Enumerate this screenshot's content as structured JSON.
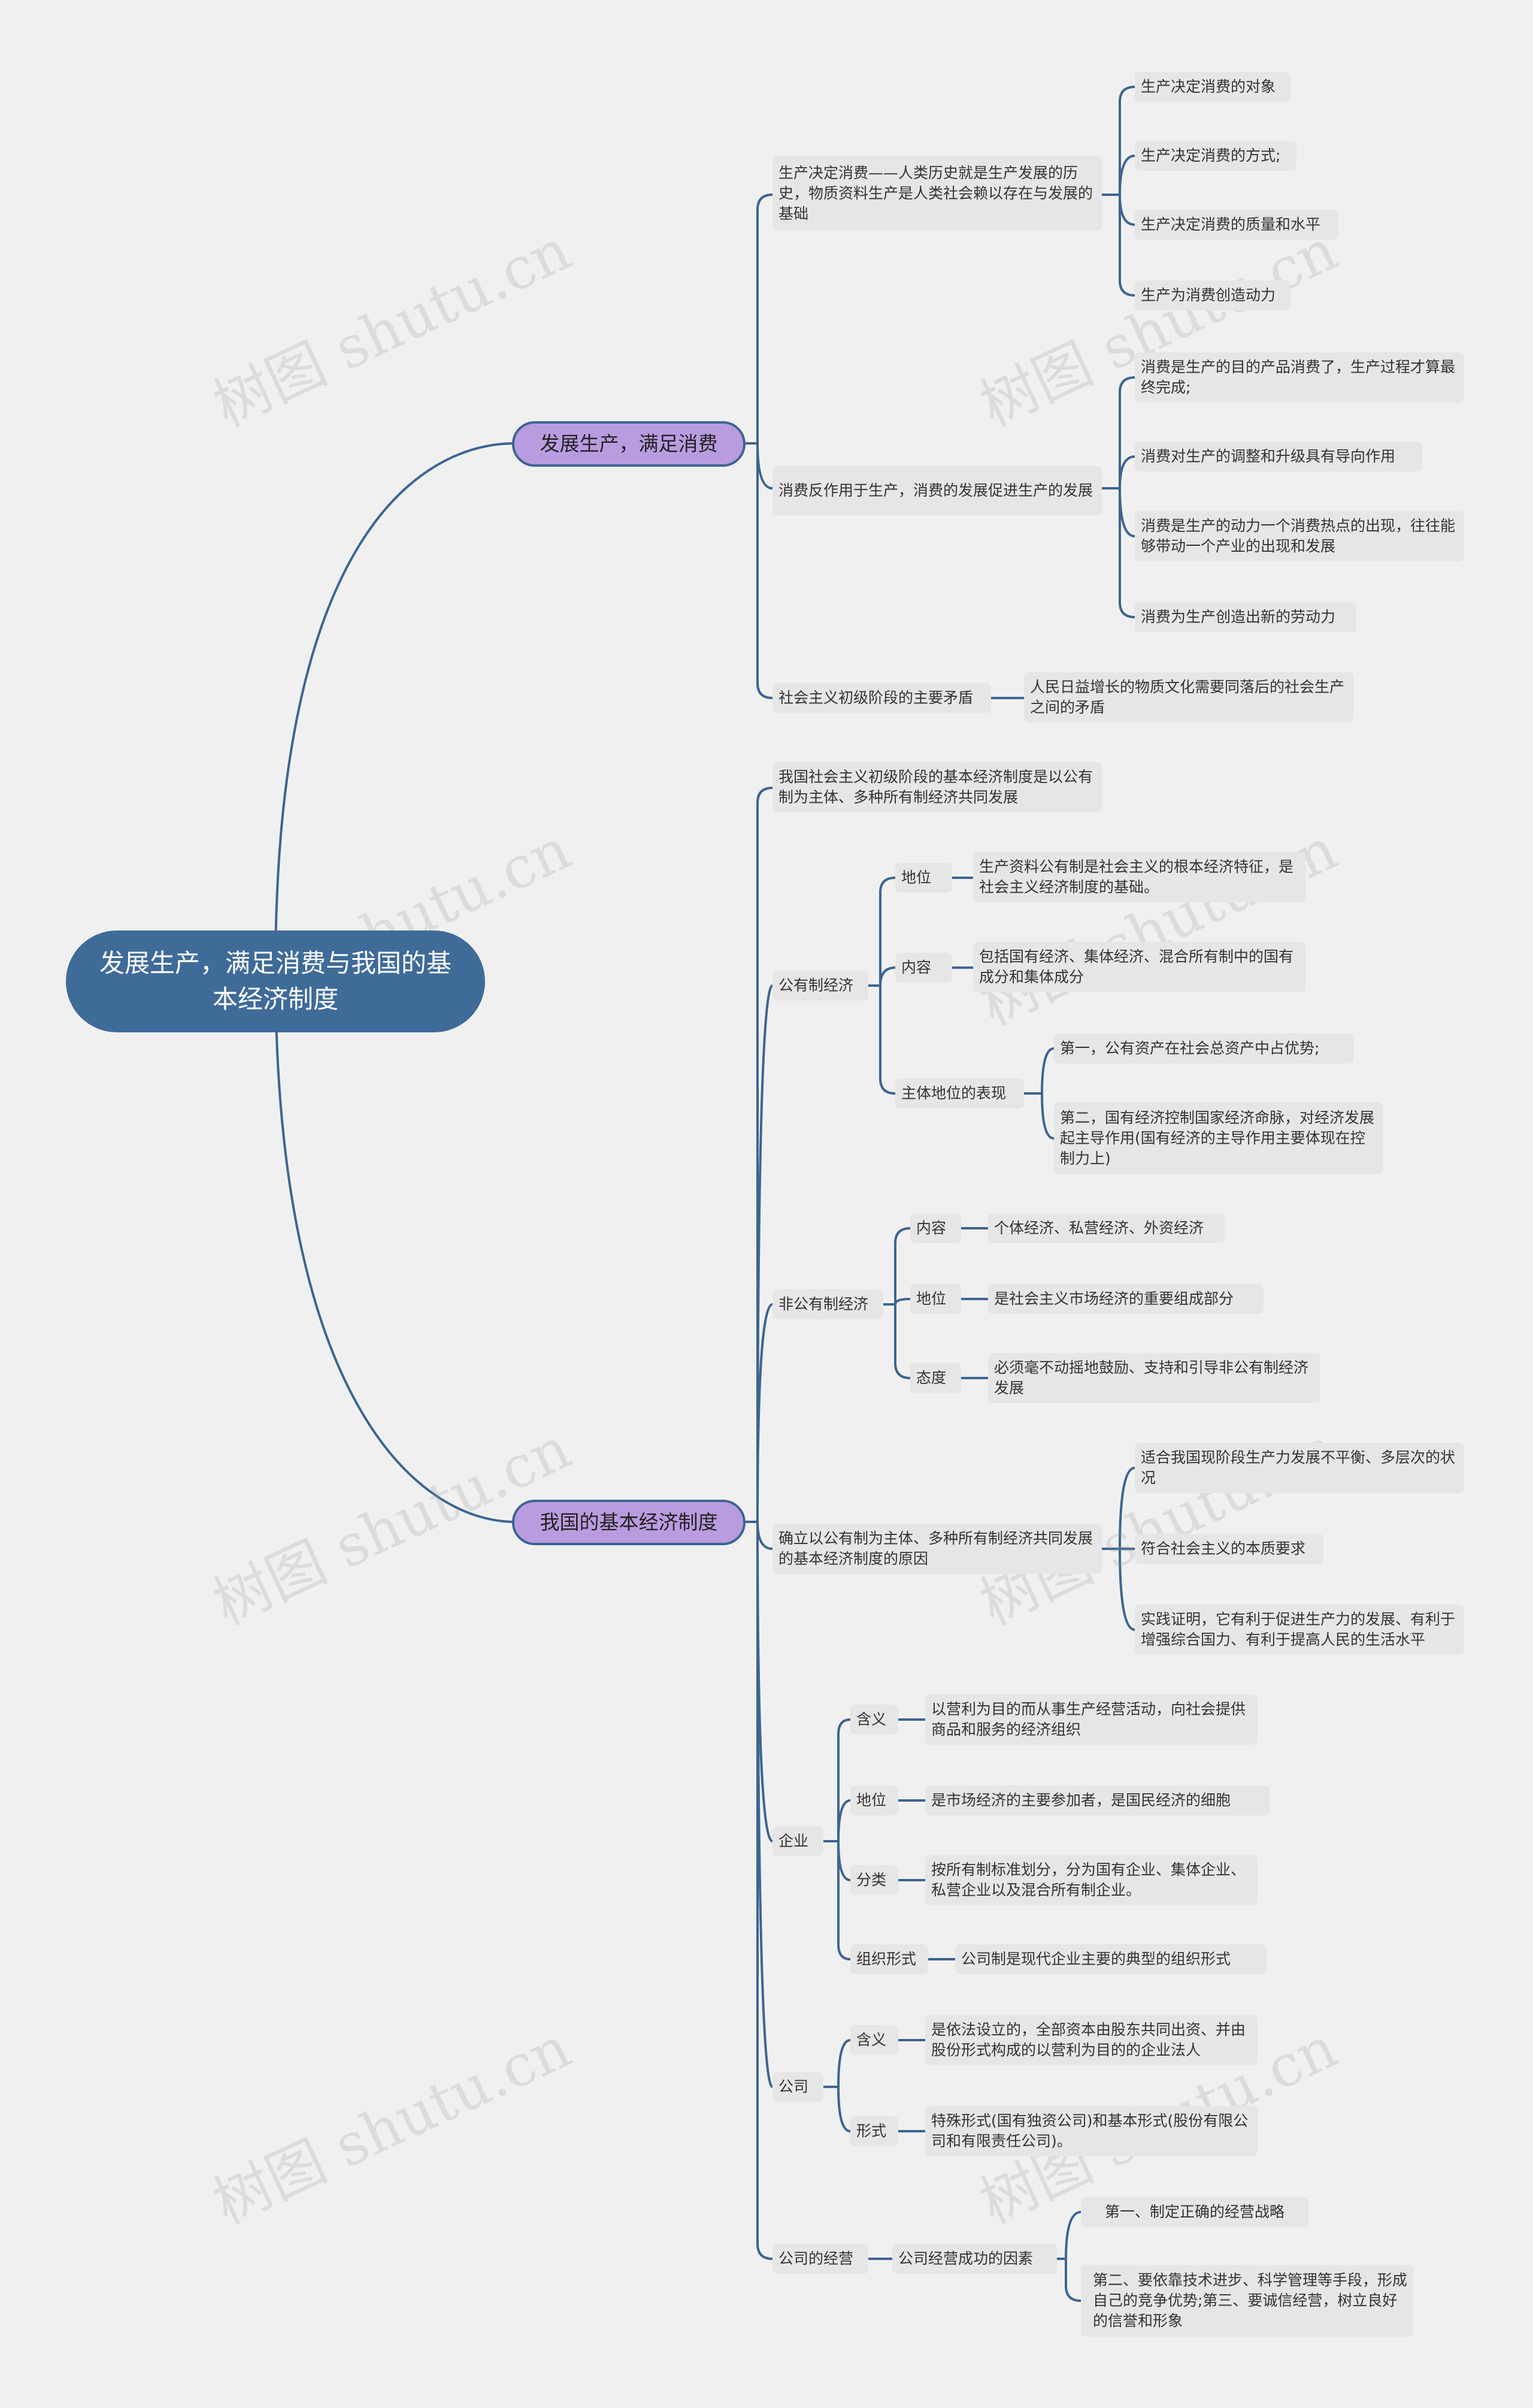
{
  "root": "发展生产，满足消费与我国的基本经济制度",
  "b1": {
    "title": "发展生产，满足消费",
    "c1": {
      "text": "生产决定消费——人类历史就是生产发展的历史，物质资料生产是人类社会赖以存在与发展的基础",
      "items": [
        "生产决定消费的对象",
        "生产决定消费的方式;",
        "生产决定消费的质量和水平",
        "生产为消费创造动力"
      ]
    },
    "c2": {
      "text": "消费反作用于生产，消费的发展促进生产的发展",
      "items": [
        "消费是生产的目的产品消费了，生产过程才算最终完成;",
        "消费对生产的调整和升级具有导向作用",
        "消费是生产的动力一个消费热点的出现，往往能够带动一个产业的出现和发展",
        "消费为生产创造出新的劳动力"
      ]
    },
    "c3": {
      "text": "社会主义初级阶段的主要矛盾",
      "item": "人民日益增长的物质文化需要同落后的社会生产之间的矛盾"
    }
  },
  "b2": {
    "title": "我国的基本经济制度",
    "intro": "我国社会主义初级阶段的基本经济制度是以公有制为主体、多种所有制经济共同发展",
    "public": {
      "label": "公有制经济",
      "pos_label": "地位",
      "pos_text": "生产资料公有制是社会主义的根本经济特征，是社会主义经济制度的基础。",
      "content_label": "内容",
      "content_text": "包括国有经济、集体经济、混合所有制中的国有成分和集体成分",
      "main_label": "主体地位的表现",
      "main_items": [
        "第一，公有资产在社会总资产中占优势;",
        "第二，国有经济控制国家经济命脉，对经济发展起主导作用(国有经济的主导作用主要体现在控制力上)"
      ]
    },
    "nonpublic": {
      "label": "非公有制经济",
      "content_label": "内容",
      "content_text": "个体经济、私营经济、外资经济",
      "pos_label": "地位",
      "pos_text": "是社会主义市场经济的重要组成部分",
      "att_label": "态度",
      "att_text": "必须毫不动摇地鼓励、支持和引导非公有制经济发展"
    },
    "reason": {
      "text": "确立以公有制为主体、多种所有制经济共同发展的基本经济制度的原因",
      "items": [
        "适合我国现阶段生产力发展不平衡、多层次的状况",
        "符合社会主义的本质要求",
        "实践证明，它有利于促进生产力的发展、有利于增强综合国力、有利于提高人民的生活水平"
      ]
    },
    "enterprise": {
      "label": "企业",
      "def_label": "含义",
      "def_text": "以营利为目的而从事生产经营活动，向社会提供商品和服务的经济组织",
      "pos_label": "地位",
      "pos_text": "是市场经济的主要参加者，是国民经济的细胞",
      "class_label": "分类",
      "class_text": "按所有制标准划分，分为国有企业、集体企业、私营企业以及混合所有制企业。",
      "org_label": "组织形式",
      "org_text": "公司制是现代企业主要的典型的组织形式"
    },
    "company": {
      "label": "公司",
      "def_label": "含义",
      "def_text": "是依法设立的，全部资本由股东共同出资、并由股份形式构成的以营利为目的的企业法人",
      "form_label": "形式",
      "form_text": "特殊形式(国有独资公司)和基本形式(股份有限公司和有限责任公司)。"
    },
    "operation": {
      "label": "公司的经营",
      "factor_label": "公司经营成功的因素",
      "items": [
        "第一、制定正确的经营战略",
        "第二、要依靠技术进步、科学管理等手段，形成自己的竞争优势;第三、要诚信经营，树立良好的信誉和形象"
      ]
    }
  },
  "watermark": "树图 shutu.cn",
  "colors": {
    "root": "#3f6b99",
    "branch": "#b99ce0",
    "line": "#3d6591",
    "leaf": "#e6e6e6",
    "background": "#f0f0f0"
  }
}
